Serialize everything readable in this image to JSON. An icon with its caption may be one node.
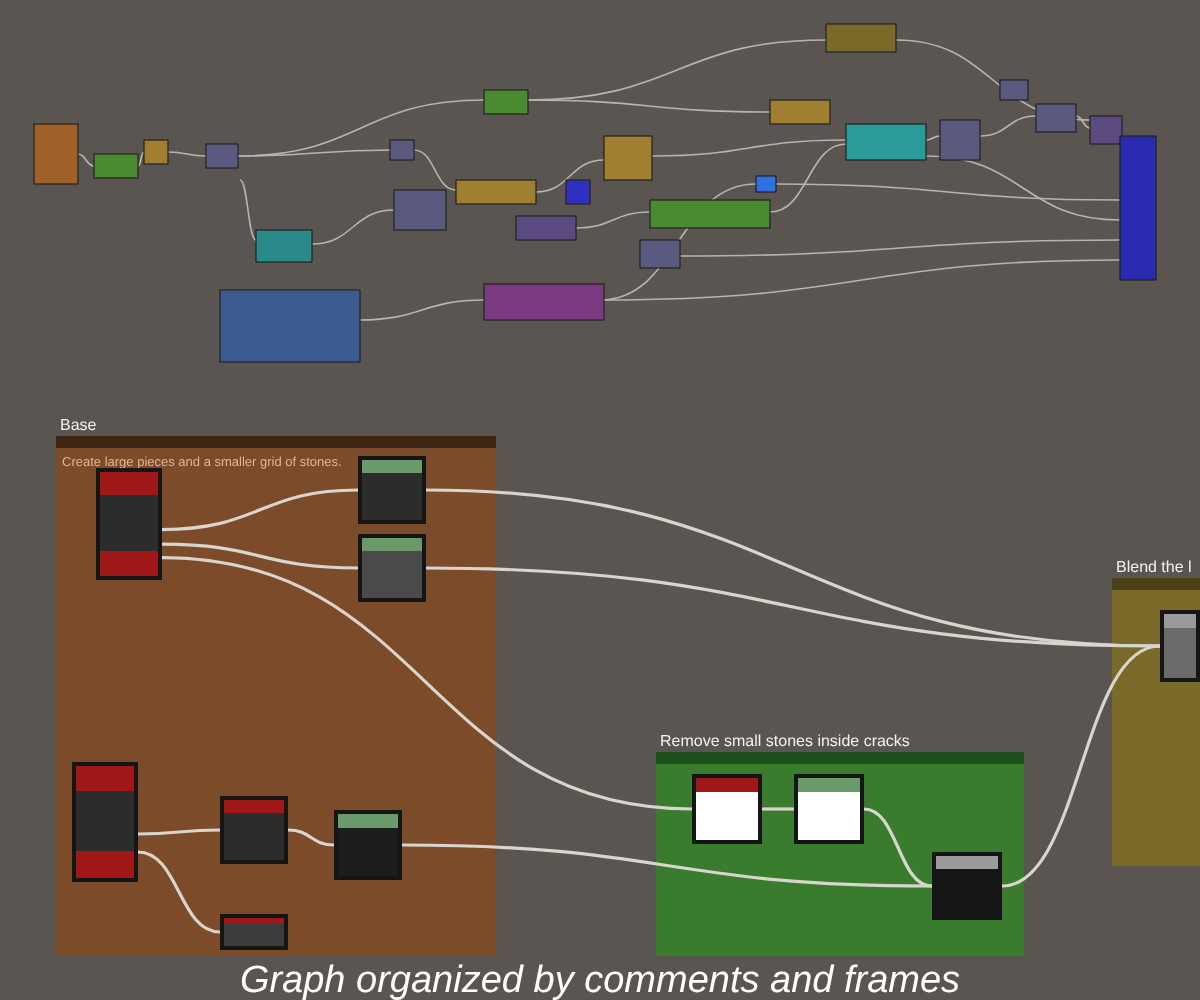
{
  "diagram": {
    "caption": "Graph organized by comments and frames",
    "nodes": [
      {
        "text": [
          "Base",
          "Create large pieces and a smaller grid of stones."
        ]
      },
      {
        "text": [],
        "shape": "box",
        "in": 0
      },
      {
        "text": [],
        "shape": "box",
        "in": 0
      },
      {
        "text": [],
        "shape": "box",
        "in": 0
      },
      {
        "text": [],
        "shape": "box",
        "in": 0
      },
      {
        "text": [],
        "shape": "box",
        "in": 0
      },
      {
        "text": [],
        "shape": "box",
        "in": 0
      },
      {
        "text": [],
        "shape": "box",
        "in": 0
      },
      {
        "text": [
          "Remove small stones inside cracks"
        ]
      },
      {
        "text": [],
        "shape": "box",
        "in": 8
      },
      {
        "text": [],
        "shape": "box",
        "in": 8
      },
      {
        "text": [],
        "shape": "box",
        "in": 8
      },
      {
        "text": [
          "Blend the l"
        ]
      },
      {
        "text": [],
        "shape": "box",
        "in": 12
      }
    ],
    "edges": [
      {
        "from": 1,
        "to": 2,
        "arrow": "none"
      },
      {
        "from": 1,
        "to": 3,
        "arrow": "none"
      },
      {
        "from": 1,
        "to": 9,
        "arrow": "none"
      },
      {
        "from": 2,
        "to": 13,
        "arrow": "none"
      },
      {
        "from": 3,
        "to": 13,
        "arrow": "none"
      },
      {
        "from": 4,
        "to": 5,
        "arrow": "none"
      },
      {
        "from": 4,
        "to": 7,
        "arrow": "none"
      },
      {
        "from": 5,
        "to": 6,
        "arrow": "none"
      },
      {
        "from": 6,
        "to": 11,
        "arrow": "none"
      },
      {
        "from": 9,
        "to": 10,
        "arrow": "none"
      },
      {
        "from": 10,
        "to": 11,
        "arrow": "none"
      },
      {
        "from": 11,
        "to": 13,
        "arrow": "none"
      }
    ]
  }
}
